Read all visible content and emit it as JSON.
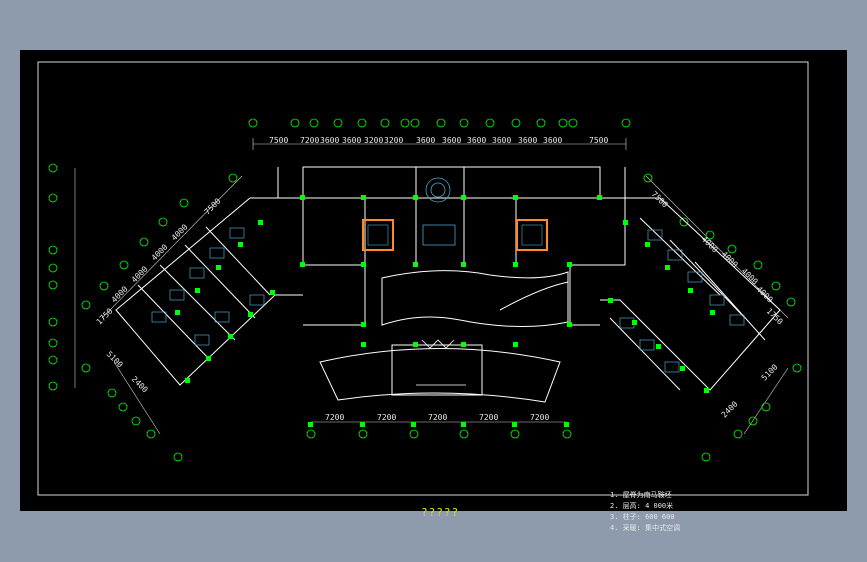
{
  "drawing": {
    "title": "?????",
    "top_dimensions": [
      "7500",
      "7200",
      "3600",
      "3600",
      "3200",
      "3200",
      "3600",
      "3600",
      "3600",
      "3600",
      "3600",
      "3600",
      "7500"
    ],
    "bottom_dimensions": [
      "7200",
      "7200",
      "7200",
      "7200",
      "7200"
    ],
    "left_dimensions": [
      "7500",
      "4000",
      "4000",
      "4000",
      "4000",
      "2400",
      "1750",
      "5100"
    ],
    "right_dimensions": [
      "7500",
      "4000",
      "4000",
      "4000",
      "4000",
      "2400",
      "1750",
      "5100"
    ],
    "notes": [
      "1. 屋脊为南马鞍坯",
      "2. 层高: 4 000米",
      "3. 柱子: 600 600",
      "4. 采暖: 集中式空调"
    ],
    "colors": {
      "line": "#ffffff",
      "grid": "#00ff00",
      "stair": "#ff8a2a",
      "furniture": "#4aa6c8",
      "text": "#e8e8e8",
      "title": "#e0e000"
    }
  }
}
